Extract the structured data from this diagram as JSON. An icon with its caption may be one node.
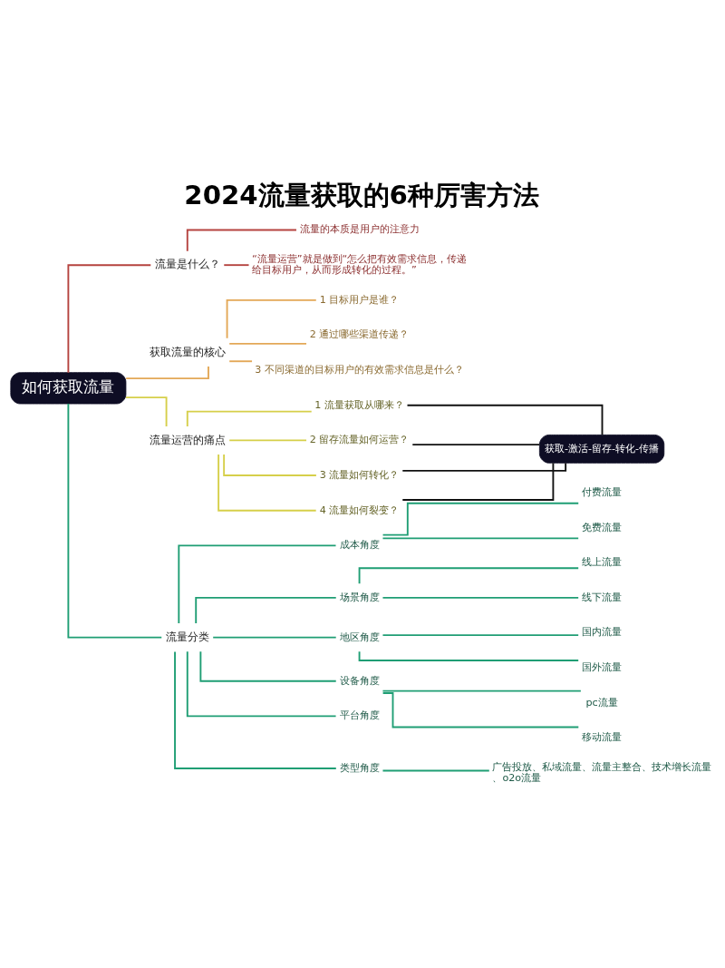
{
  "diagram": {
    "title": "2024流量获取的6种厉害方法",
    "nodes": [
      {
        "text": [
          "如何获取流量"
        ]
      },
      {
        "text": [
          "流量是什么？"
        ]
      },
      {
        "text": [
          "流量的本质是用户的注意力"
        ]
      },
      {
        "text": [
          "“流量运营”就是做到“怎么把有效需求信息，传递给目标用户，从而形成转化的过程。”"
        ]
      },
      {
        "text": [
          "获取流量的核心"
        ]
      },
      {
        "text": [
          "1 目标用户是谁？"
        ]
      },
      {
        "text": [
          "2 通过哪些渠道传递？"
        ]
      },
      {
        "text": [
          "3 不同渠道的目标用户的有效需求信息是什么？"
        ]
      },
      {
        "text": [
          "流量运营的痛点"
        ]
      },
      {
        "text": [
          "1 流量获取从哪来？"
        ]
      },
      {
        "text": [
          "2 留存流量如何运营？"
        ]
      },
      {
        "text": [
          "3 流量如何转化？"
        ]
      },
      {
        "text": [
          "4 流量如何裂变？"
        ]
      },
      {
        "text": [
          "获取-激活-留存-转化-传播"
        ]
      },
      {
        "text": [
          "流量分类"
        ]
      },
      {
        "text": [
          "成本角度"
        ]
      },
      {
        "text": [
          "付费流量"
        ]
      },
      {
        "text": [
          "免费流量"
        ]
      },
      {
        "text": [
          "场景角度"
        ]
      },
      {
        "text": [
          "线上流量"
        ]
      },
      {
        "text": [
          "线下流量"
        ]
      },
      {
        "text": [
          "地区角度"
        ]
      },
      {
        "text": [
          "国内流量"
        ]
      },
      {
        "text": [
          "国外流量"
        ]
      },
      {
        "text": [
          "设备角度"
        ]
      },
      {
        "text": [
          "pc流量"
        ]
      },
      {
        "text": [
          "移动流量"
        ]
      },
      {
        "text": [
          "平台角度"
        ]
      },
      {
        "text": [
          "类型角度"
        ]
      },
      {
        "text": [
          "广告投放、私域流量、流量主整合、技术增长流量、o2o流量"
        ]
      }
    ],
    "edges": [
      {
        "from": 0,
        "to": 1,
        "arrow": "none",
        "color": "#b5433f"
      },
      {
        "from": 1,
        "to": 2,
        "arrow": "none",
        "color": "#b5433f"
      },
      {
        "from": 1,
        "to": 3,
        "arrow": "none",
        "color": "#b5433f"
      },
      {
        "from": 0,
        "to": 4,
        "arrow": "none",
        "color": "#e3a857"
      },
      {
        "from": 4,
        "to": 5,
        "arrow": "none",
        "color": "#e3a857"
      },
      {
        "from": 4,
        "to": 6,
        "arrow": "none",
        "color": "#e3a857"
      },
      {
        "from": 4,
        "to": 7,
        "arrow": "none",
        "color": "#e3a857"
      },
      {
        "from": 0,
        "to": 8,
        "arrow": "none",
        "color": "#d6cf4a"
      },
      {
        "from": 8,
        "to": 9,
        "arrow": "none",
        "color": "#d6cf4a"
      },
      {
        "from": 8,
        "to": 10,
        "arrow": "none",
        "color": "#d6cf4a"
      },
      {
        "from": 8,
        "to": 11,
        "arrow": "none",
        "color": "#d6cf4a"
      },
      {
        "from": 8,
        "to": 12,
        "arrow": "none",
        "color": "#d6cf4a"
      },
      {
        "from": 9,
        "to": 13,
        "arrow": "none",
        "color": "#111111"
      },
      {
        "from": 10,
        "to": 13,
        "arrow": "none",
        "color": "#111111"
      },
      {
        "from": 11,
        "to": 13,
        "arrow": "none",
        "color": "#111111"
      },
      {
        "from": 12,
        "to": 13,
        "arrow": "none",
        "color": "#111111"
      },
      {
        "from": 0,
        "to": 14,
        "arrow": "none"
      },
      {
        "from": 14,
        "to": 15,
        "arrow": "none"
      },
      {
        "from": 15,
        "to": 16,
        "arrow": "none"
      },
      {
        "from": 15,
        "to": 17,
        "arrow": "none"
      },
      {
        "from": 14,
        "to": 18,
        "arrow": "none"
      },
      {
        "from": 18,
        "to": 19,
        "arrow": "none"
      },
      {
        "from": 18,
        "to": 20,
        "arrow": "none"
      },
      {
        "from": 14,
        "to": 21,
        "arrow": "none"
      },
      {
        "from": 21,
        "to": 22,
        "arrow": "none"
      },
      {
        "from": 21,
        "to": 23,
        "arrow": "none"
      },
      {
        "from": 14,
        "to": 24,
        "arrow": "none"
      },
      {
        "from": 24,
        "to": 25,
        "arrow": "none"
      },
      {
        "from": 24,
        "to": 26,
        "arrow": "none"
      },
      {
        "from": 14,
        "to": 27,
        "arrow": "none"
      },
      {
        "from": 14,
        "to": 28,
        "arrow": "none"
      },
      {
        "from": 28,
        "to": 29,
        "arrow": "none"
      }
    ]
  }
}
